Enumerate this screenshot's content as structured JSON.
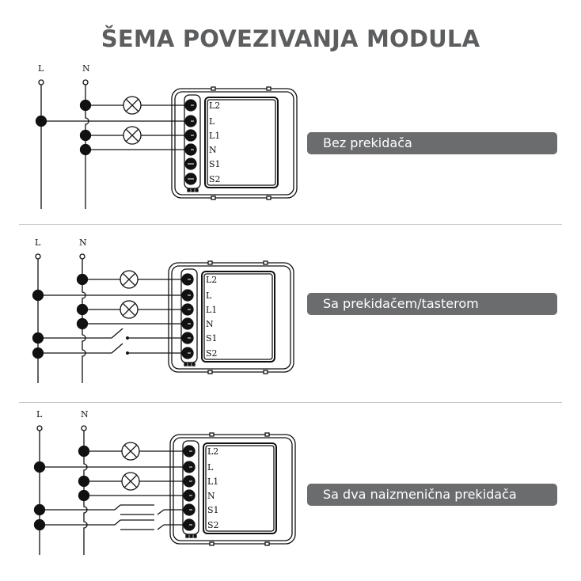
{
  "title": "ŠEMA POVEZIVANJA MODULA",
  "bus_labels": {
    "line": "L",
    "neutral": "N"
  },
  "terminal_labels": [
    "L2",
    "L",
    "L1",
    "N",
    "S1",
    "S2"
  ],
  "diagrams": [
    {
      "label": "Bez prekidača",
      "switch_type": "none"
    },
    {
      "label": "Sa prekidačem/tasterom",
      "switch_type": "single"
    },
    {
      "label": "Sa dva naizmenična prekidača",
      "switch_type": "two-way"
    }
  ]
}
